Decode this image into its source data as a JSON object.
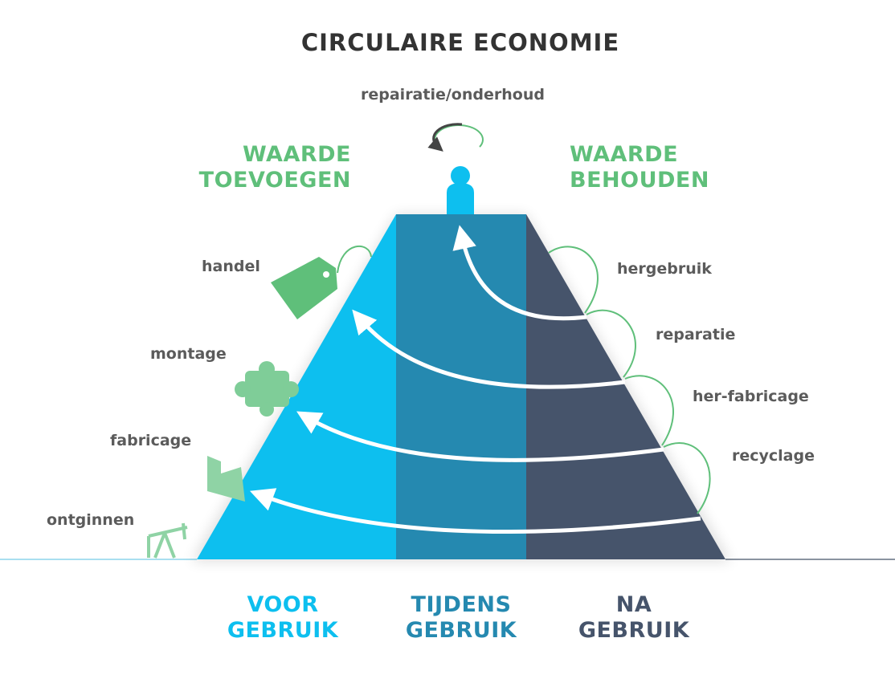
{
  "title": "CIRCULAIRE ECONOMIE",
  "top_label": "repairatie/onderhoud",
  "left_header": [
    "WAARDE",
    "TOEVOEGEN"
  ],
  "right_header": [
    "WAARDE",
    "BEHOUDEN"
  ],
  "left_steps": [
    "handel",
    "montage",
    "fabricage",
    "ontginnen"
  ],
  "right_steps": [
    "hergebruik",
    "reparatie",
    "her-fabricage",
    "recyclage"
  ],
  "columns": [
    {
      "line1": "VOOR",
      "line2": "GEBRUIK",
      "color": "#0dbfef"
    },
    {
      "line1": "TIJDENS",
      "line2": "GEBRUIK",
      "color": "#2589b0"
    },
    {
      "line1": "NA",
      "line2": "GEBRUIK",
      "color": "#46546b"
    }
  ],
  "colors": {
    "green": "#5fbf7a",
    "text": "#5b5b5b"
  }
}
